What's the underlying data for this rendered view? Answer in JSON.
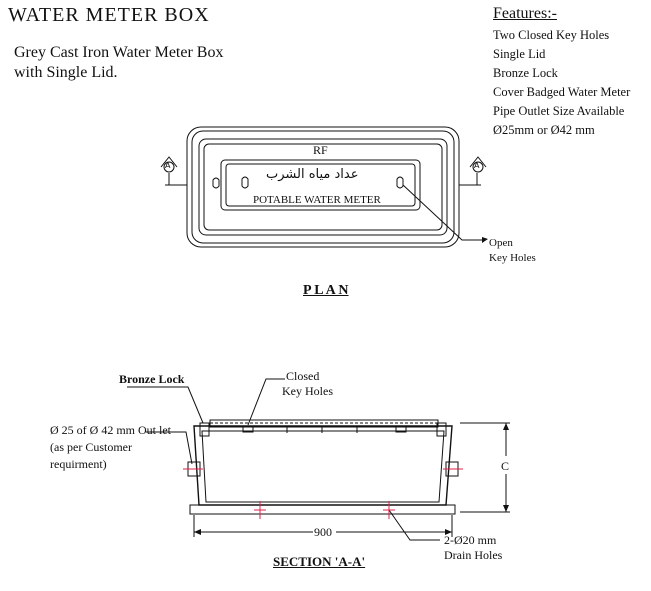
{
  "title": "WATER  METER  BOX",
  "subtitle_lines": [
    "Grey Cast Iron Water Meter Box",
    "with Single Lid."
  ],
  "features": {
    "heading": "Features:-",
    "items": [
      "Two Closed Key Holes",
      "Single Lid",
      "Bronze Lock",
      "Cover Badged Water Meter",
      "Pipe Outlet Size Available",
      "Ø25mm  or Ø42 mm"
    ]
  },
  "plan": {
    "label": "P L A N",
    "lid_mark": "RF",
    "arabic_text": "عداد مياه الشرب",
    "english_text": "POTABLE WATER  METER",
    "section_marker": "A",
    "callout_lines": [
      "Open",
      "Key Holes"
    ]
  },
  "section": {
    "label": "SECTION 'A-A'",
    "bronze_lock": "Bronze Lock",
    "closed_key_holes": [
      "Closed",
      "Key Holes"
    ],
    "outlet_note": [
      "Ø 25 of Ø 42 mm Out let",
      "(as per Customer",
      "requirment)"
    ],
    "height_label": "C",
    "width_label": "900",
    "drain_note": [
      "2-Ø20 mm",
      "Drain Holes"
    ]
  },
  "colors": {
    "ink": "#111111",
    "hole_mark": "#e0204a"
  }
}
